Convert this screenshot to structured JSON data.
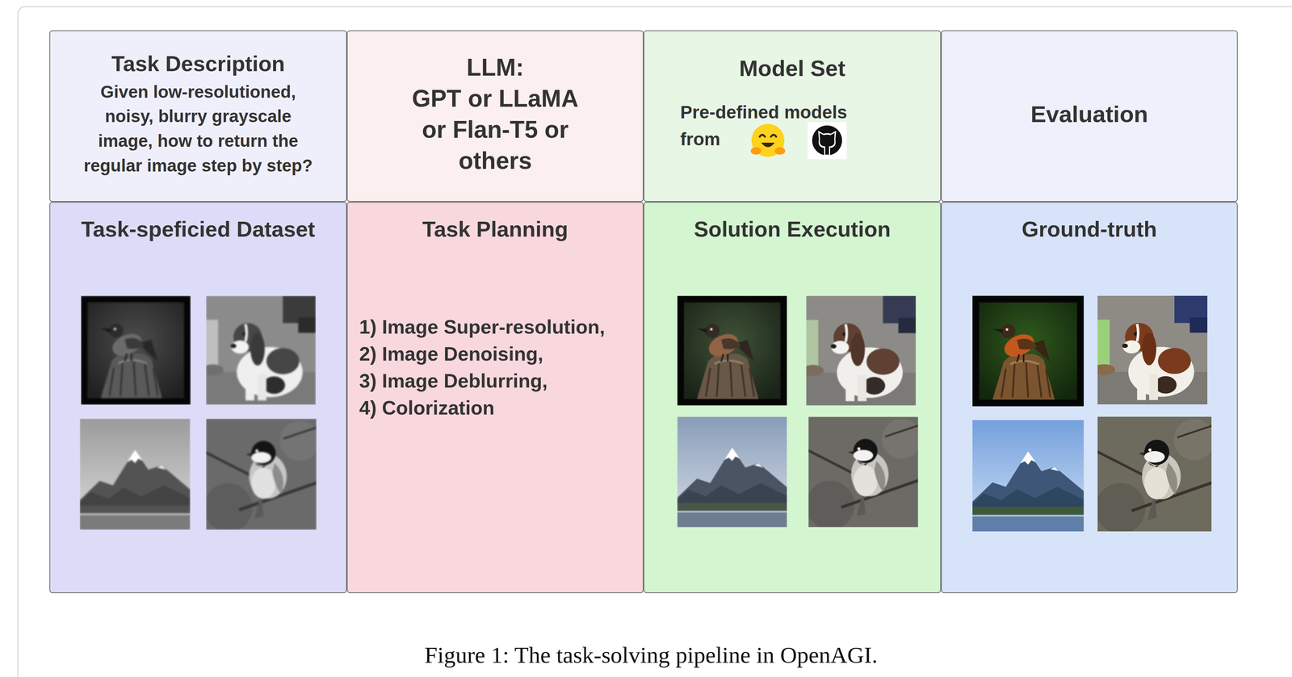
{
  "diagram": {
    "caption": "Figure 1: The task-solving pipeline in OpenAGI.",
    "nodes": [
      {
        "text": [
          "Task Description",
          "Given low-resolutioned, noisy, blurry grayscale image, how to return the regular image step by step?"
        ]
      },
      {
        "text": [
          "LLM:",
          "GPT or LLaMA or Flan-T5 or others"
        ]
      },
      {
        "text": [
          "Model Set",
          "Pre-defined models from"
        ]
      },
      {
        "text": [
          "Evaluation"
        ]
      },
      {
        "text": [
          "Task-speficied Dataset"
        ]
      },
      {
        "text": [
          "Task Planning",
          "1) Image Super-resolution,",
          "2) Image Denoising,",
          "3) Image Deblurring,",
          "4) Colorization"
        ]
      },
      {
        "text": [
          "Solution Execution"
        ]
      },
      {
        "text": [
          "Ground-truth"
        ]
      }
    ]
  }
}
